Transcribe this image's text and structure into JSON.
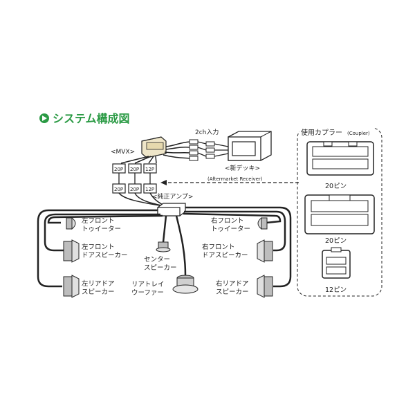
{
  "title": "システム構成図",
  "colors": {
    "accent": "#2a9a44",
    "line": "#222222"
  },
  "input_label": "2ch入力",
  "mvx_label": "<MVX>",
  "deck_label": "<新デッキ>",
  "deck_sub": "(Aftermarket Receiver)",
  "amp_label": "<純正アンプ>",
  "connectors_top": [
    "20P",
    "20P",
    "12P"
  ],
  "connectors_bottom": [
    "20P",
    "20P",
    "12P"
  ],
  "coupler_title": "使用カプラー",
  "coupler_sub": "(Coupler)",
  "coupler_pins": [
    "20ピン",
    "20ピン",
    "12ピン"
  ],
  "speakers": {
    "left_front_tweeter": [
      "左フロント",
      "トゥイーター"
    ],
    "left_front_door": [
      "左フロント",
      "ドアスピーカー"
    ],
    "left_rear_door": [
      "左リアドア",
      "スピーカー"
    ],
    "center": [
      "センター",
      "スピーカー"
    ],
    "rear_tray": [
      "リアトレイ",
      "ウーファー"
    ],
    "right_front_tweeter": [
      "右フロント",
      "トゥイーター"
    ],
    "right_front_door": [
      "右フロント",
      "ドアスピーカー"
    ],
    "right_rear_door": [
      "右リアドア",
      "スピーカー"
    ]
  }
}
